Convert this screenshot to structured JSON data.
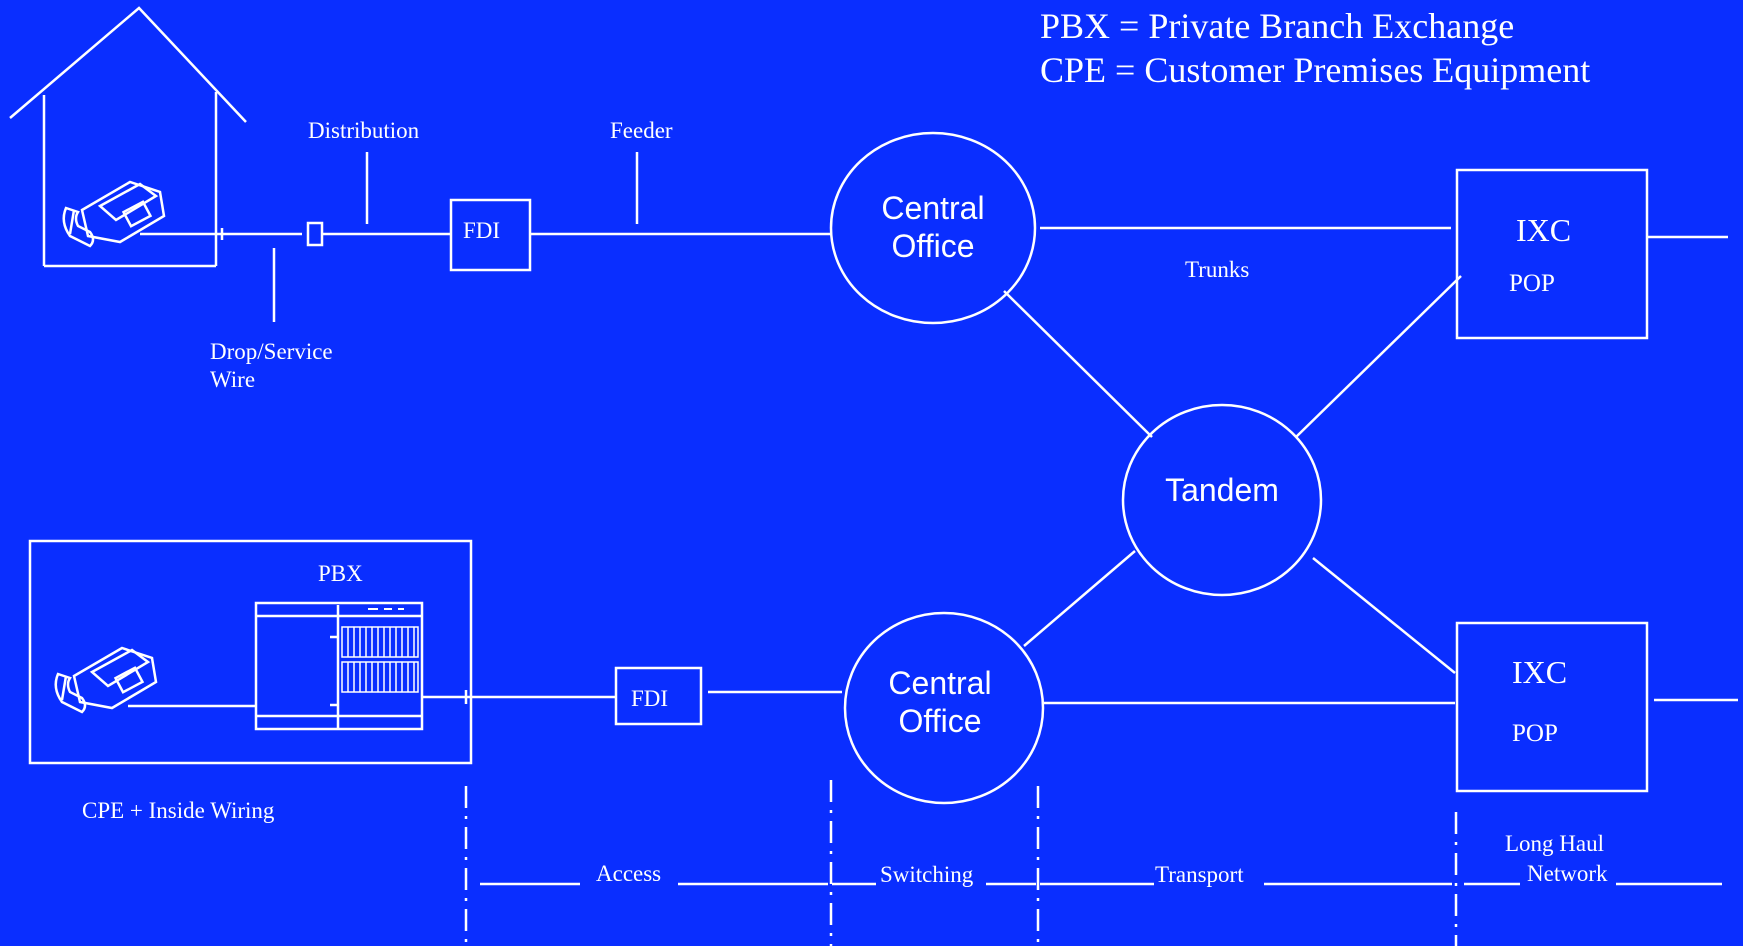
{
  "colors": {
    "background": "#0a2eff",
    "foreground": "#ffffff"
  },
  "legend": [
    "PBX = Private Branch Exchange",
    "CPE = Customer Premises Equipment"
  ],
  "labels": {
    "distribution": "Distribution",
    "feeder": "Feeder",
    "drop_service_line1": "Drop/Service",
    "drop_service_line2": "Wire",
    "fdi_top": "FDI",
    "fdi_bottom": "FDI",
    "central_office_top_line1": "Central",
    "central_office_top_line2": "Office",
    "central_office_bottom_line1": "Central",
    "central_office_bottom_line2": "Office",
    "tandem": "Tandem",
    "trunks": "Trunks",
    "ixc_top": "IXC",
    "pop_top": "POP",
    "ixc_bottom": "IXC",
    "pop_bottom": "POP",
    "pbx": "PBX",
    "cpe_inside_wiring": "CPE + Inside Wiring"
  },
  "segments": {
    "access": "Access",
    "switching": "Switching",
    "transport": "Transport",
    "long_haul_line1": "Long Haul",
    "long_haul_line2": "Network"
  },
  "icons": [
    "house-icon",
    "telephone-icon",
    "pbx-cabinet-icon"
  ]
}
